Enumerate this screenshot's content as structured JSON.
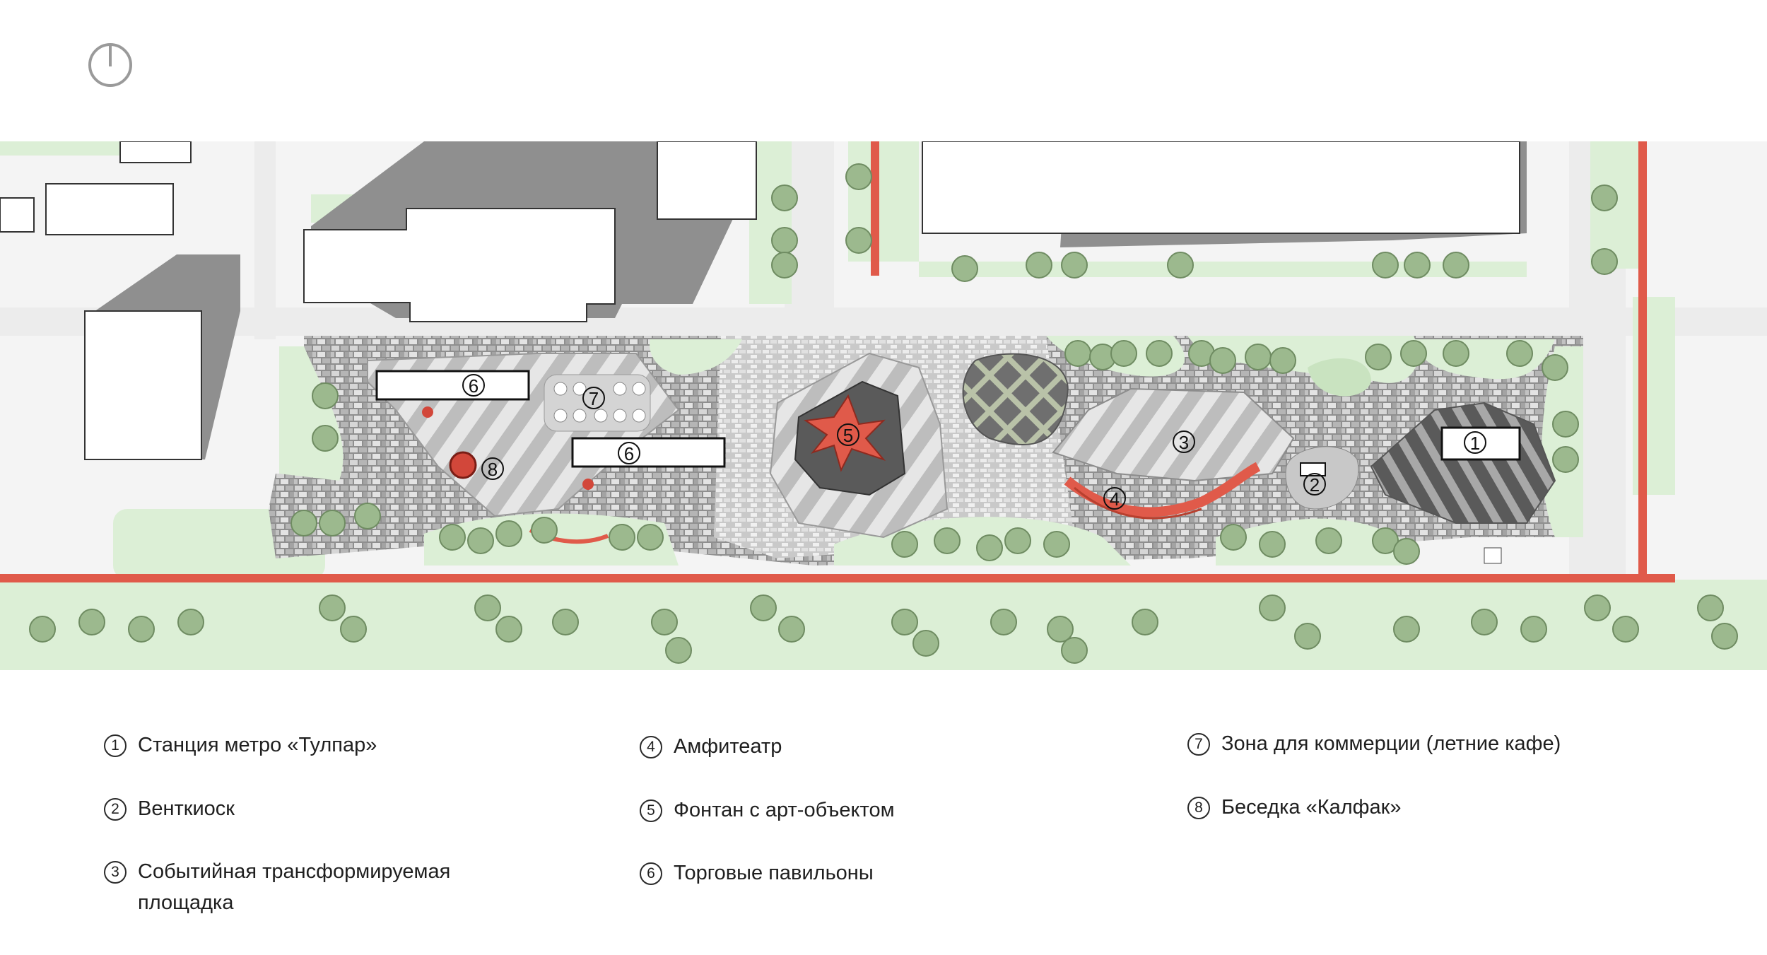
{
  "legend": [
    {
      "num": "1",
      "label": "Станция метро «Тулпар»"
    },
    {
      "num": "2",
      "label": "Венткиоск"
    },
    {
      "num": "3",
      "label": "Событийная трансформируемая площадка"
    },
    {
      "num": "4",
      "label": "Амфитеатр"
    },
    {
      "num": "5",
      "label": "Фонтан с арт-объектом"
    },
    {
      "num": "6",
      "label": "Торговые павильоны"
    },
    {
      "num": "7",
      "label": "Зона для коммерции (летние кафе)"
    },
    {
      "num": "8",
      "label": "Беседка «Калфак»"
    }
  ],
  "markers": {
    "m1": "1",
    "m2": "2",
    "m3": "3",
    "m4": "4",
    "m5": "5",
    "m6a": "6",
    "m6b": "6",
    "m7": "7",
    "m8": "8"
  },
  "colors": {
    "road": "#f2f2f2",
    "lawn": "#dcefd6",
    "tree": "#9cb98e",
    "building": "#ffffff",
    "building_shadow": "#8c8c8c",
    "paving": "#9b9b9b",
    "accent": "#e05a4a"
  },
  "icons": {
    "top_left": "power-icon"
  }
}
